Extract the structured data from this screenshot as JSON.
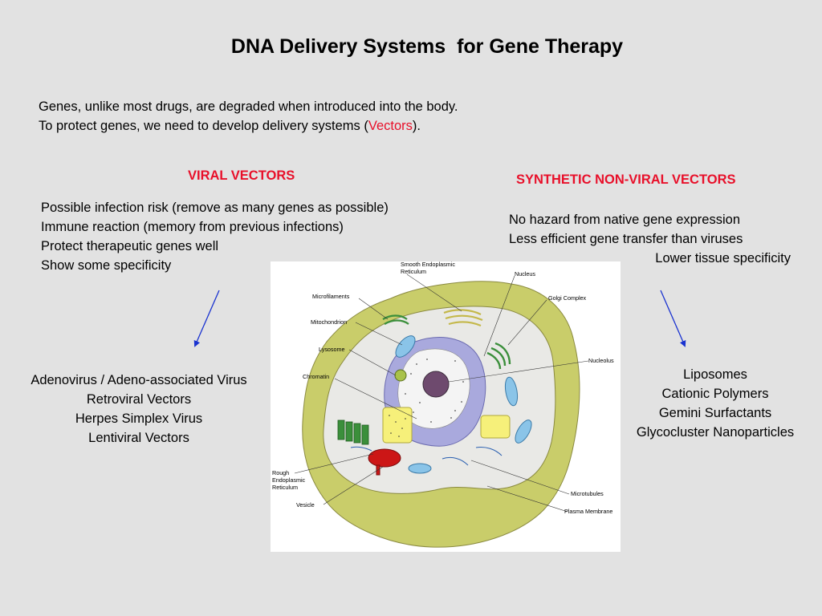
{
  "title": "DNA Delivery Systems  for Gene Therapy",
  "intro": {
    "line1": "Genes, unlike most drugs, are degraded when introduced into the body.",
    "line2_prefix": "To protect genes, we need to develop delivery systems (",
    "line2_accent": "Vectors",
    "line2_suffix": ")."
  },
  "viral": {
    "heading": "VIRAL VECTORS",
    "properties": [
      "Possible infection risk (remove as many genes as possible)",
      "Immune reaction (memory from previous infections)",
      "Protect therapeutic genes well",
      "Show some specificity"
    ],
    "examples": [
      "Adenovirus / Adeno-associated Virus",
      "Retroviral Vectors",
      "Herpes Simplex Virus",
      "Lentiviral Vectors"
    ]
  },
  "synthetic": {
    "heading": "SYNTHETIC NON-VIRAL VECTORS",
    "properties": [
      "No hazard from native gene expression",
      "Less efficient gene transfer than viruses",
      "Lower tissue specificity"
    ],
    "examples": [
      "Liposomes",
      "Cationic Polymers",
      "Gemini Surfactants",
      "Glycocluster Nanoparticles"
    ]
  },
  "cell_diagram": {
    "labels": {
      "smooth_er_1": "Smooth Endoplasmic",
      "smooth_er_2": "Reticulum",
      "nucleus": "Nucleus",
      "microfilaments": "Microfilaments",
      "golgi": "Golgi Complex",
      "mitochondrion": "Mitochondrion",
      "lysosome": "Lysosome",
      "nucleolus": "Nucleolus",
      "chromatin": "Chromatin",
      "rough_er_1": "Rough",
      "rough_er_2": "Endoplasmic",
      "rough_er_3": "Reticulum",
      "vesicle": "Vesicle",
      "microtubules": "Microtubules",
      "plasma_membrane": "Plasma Membrane"
    },
    "colors": {
      "membrane": "#c9cd6a",
      "cytoplasm": "#e9e9e6",
      "nucleus": "#a9a9dd",
      "chromatin": "#f4f4f4",
      "nucleolus": "#6e4a6e",
      "golgi": "#f6f07a",
      "mitochondrion": "#8ac4e8",
      "rough_er": "#cc1616",
      "smooth_er": "#3b8f3b"
    }
  },
  "colors": {
    "accent": "#e8102a",
    "arrow": "#1a33d0",
    "background": "#e2e2e2"
  }
}
